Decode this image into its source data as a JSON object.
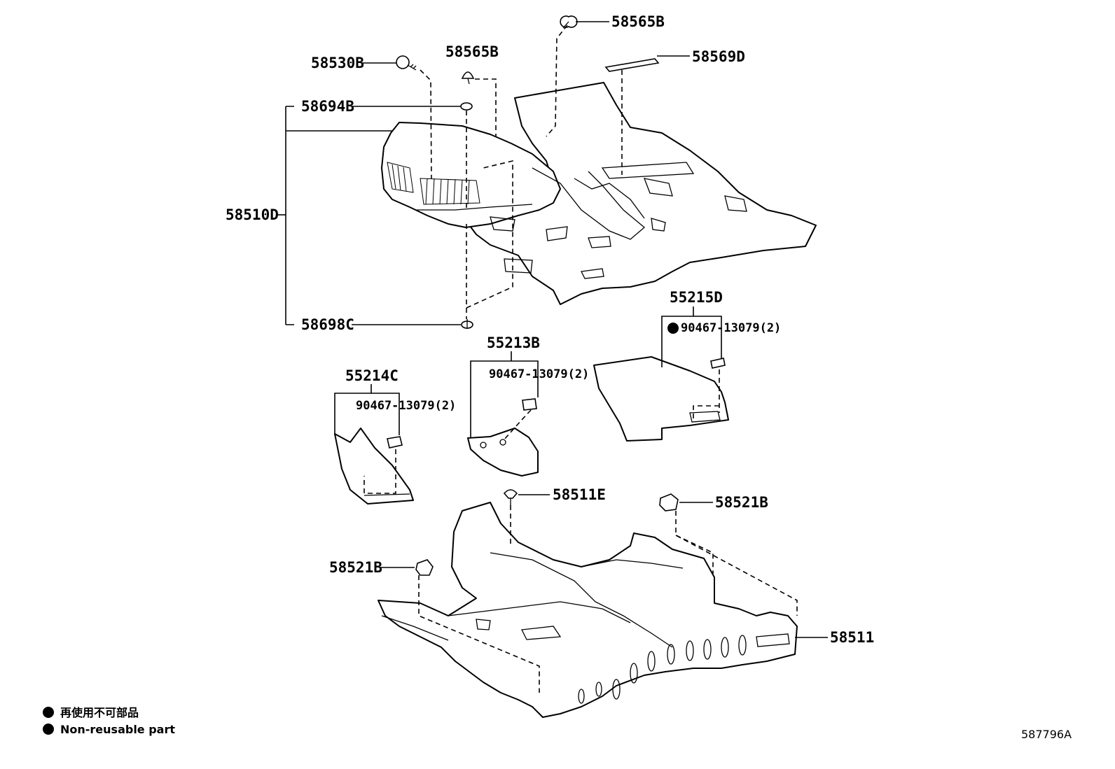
{
  "parts": {
    "p58565B_top": "58565B",
    "p58569D": "58569D",
    "p58530B": "58530B",
    "p58565B_mid": "58565B",
    "p58694B": "58694B",
    "p58510D": "58510D",
    "p58698C": "58698C",
    "p55215D": "55215D",
    "p90467_d": "90467-13079(2)",
    "p55213B": "55213B",
    "p90467_b": "90467-13079(2)",
    "p55214C": "55214C",
    "p90467_c": "90467-13079(2)",
    "p58511E": "58511E",
    "p58521B_right": "58521B",
    "p58521B_left": "58521B",
    "p58511": "58511"
  },
  "legend": {
    "line1": "再使用不可部品",
    "line2": "Non-reusable part"
  },
  "figure_id": "587796A"
}
